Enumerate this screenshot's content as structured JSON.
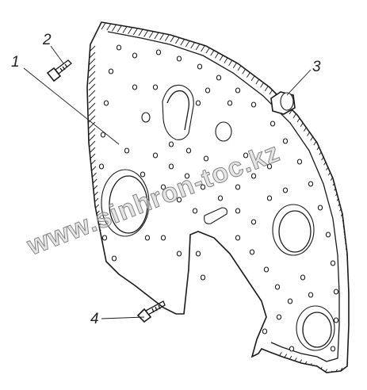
{
  "callouts": {
    "part_1": "1",
    "part_2": "2",
    "part_3": "3",
    "part_4": "4"
  },
  "watermark": "www.sinhron-toc.kz",
  "colors": {
    "ink": "#1a1a1a",
    "watermark_fill": "#cfcfcf",
    "watermark_stroke": "#7a7a7a",
    "background": "#ffffff"
  }
}
